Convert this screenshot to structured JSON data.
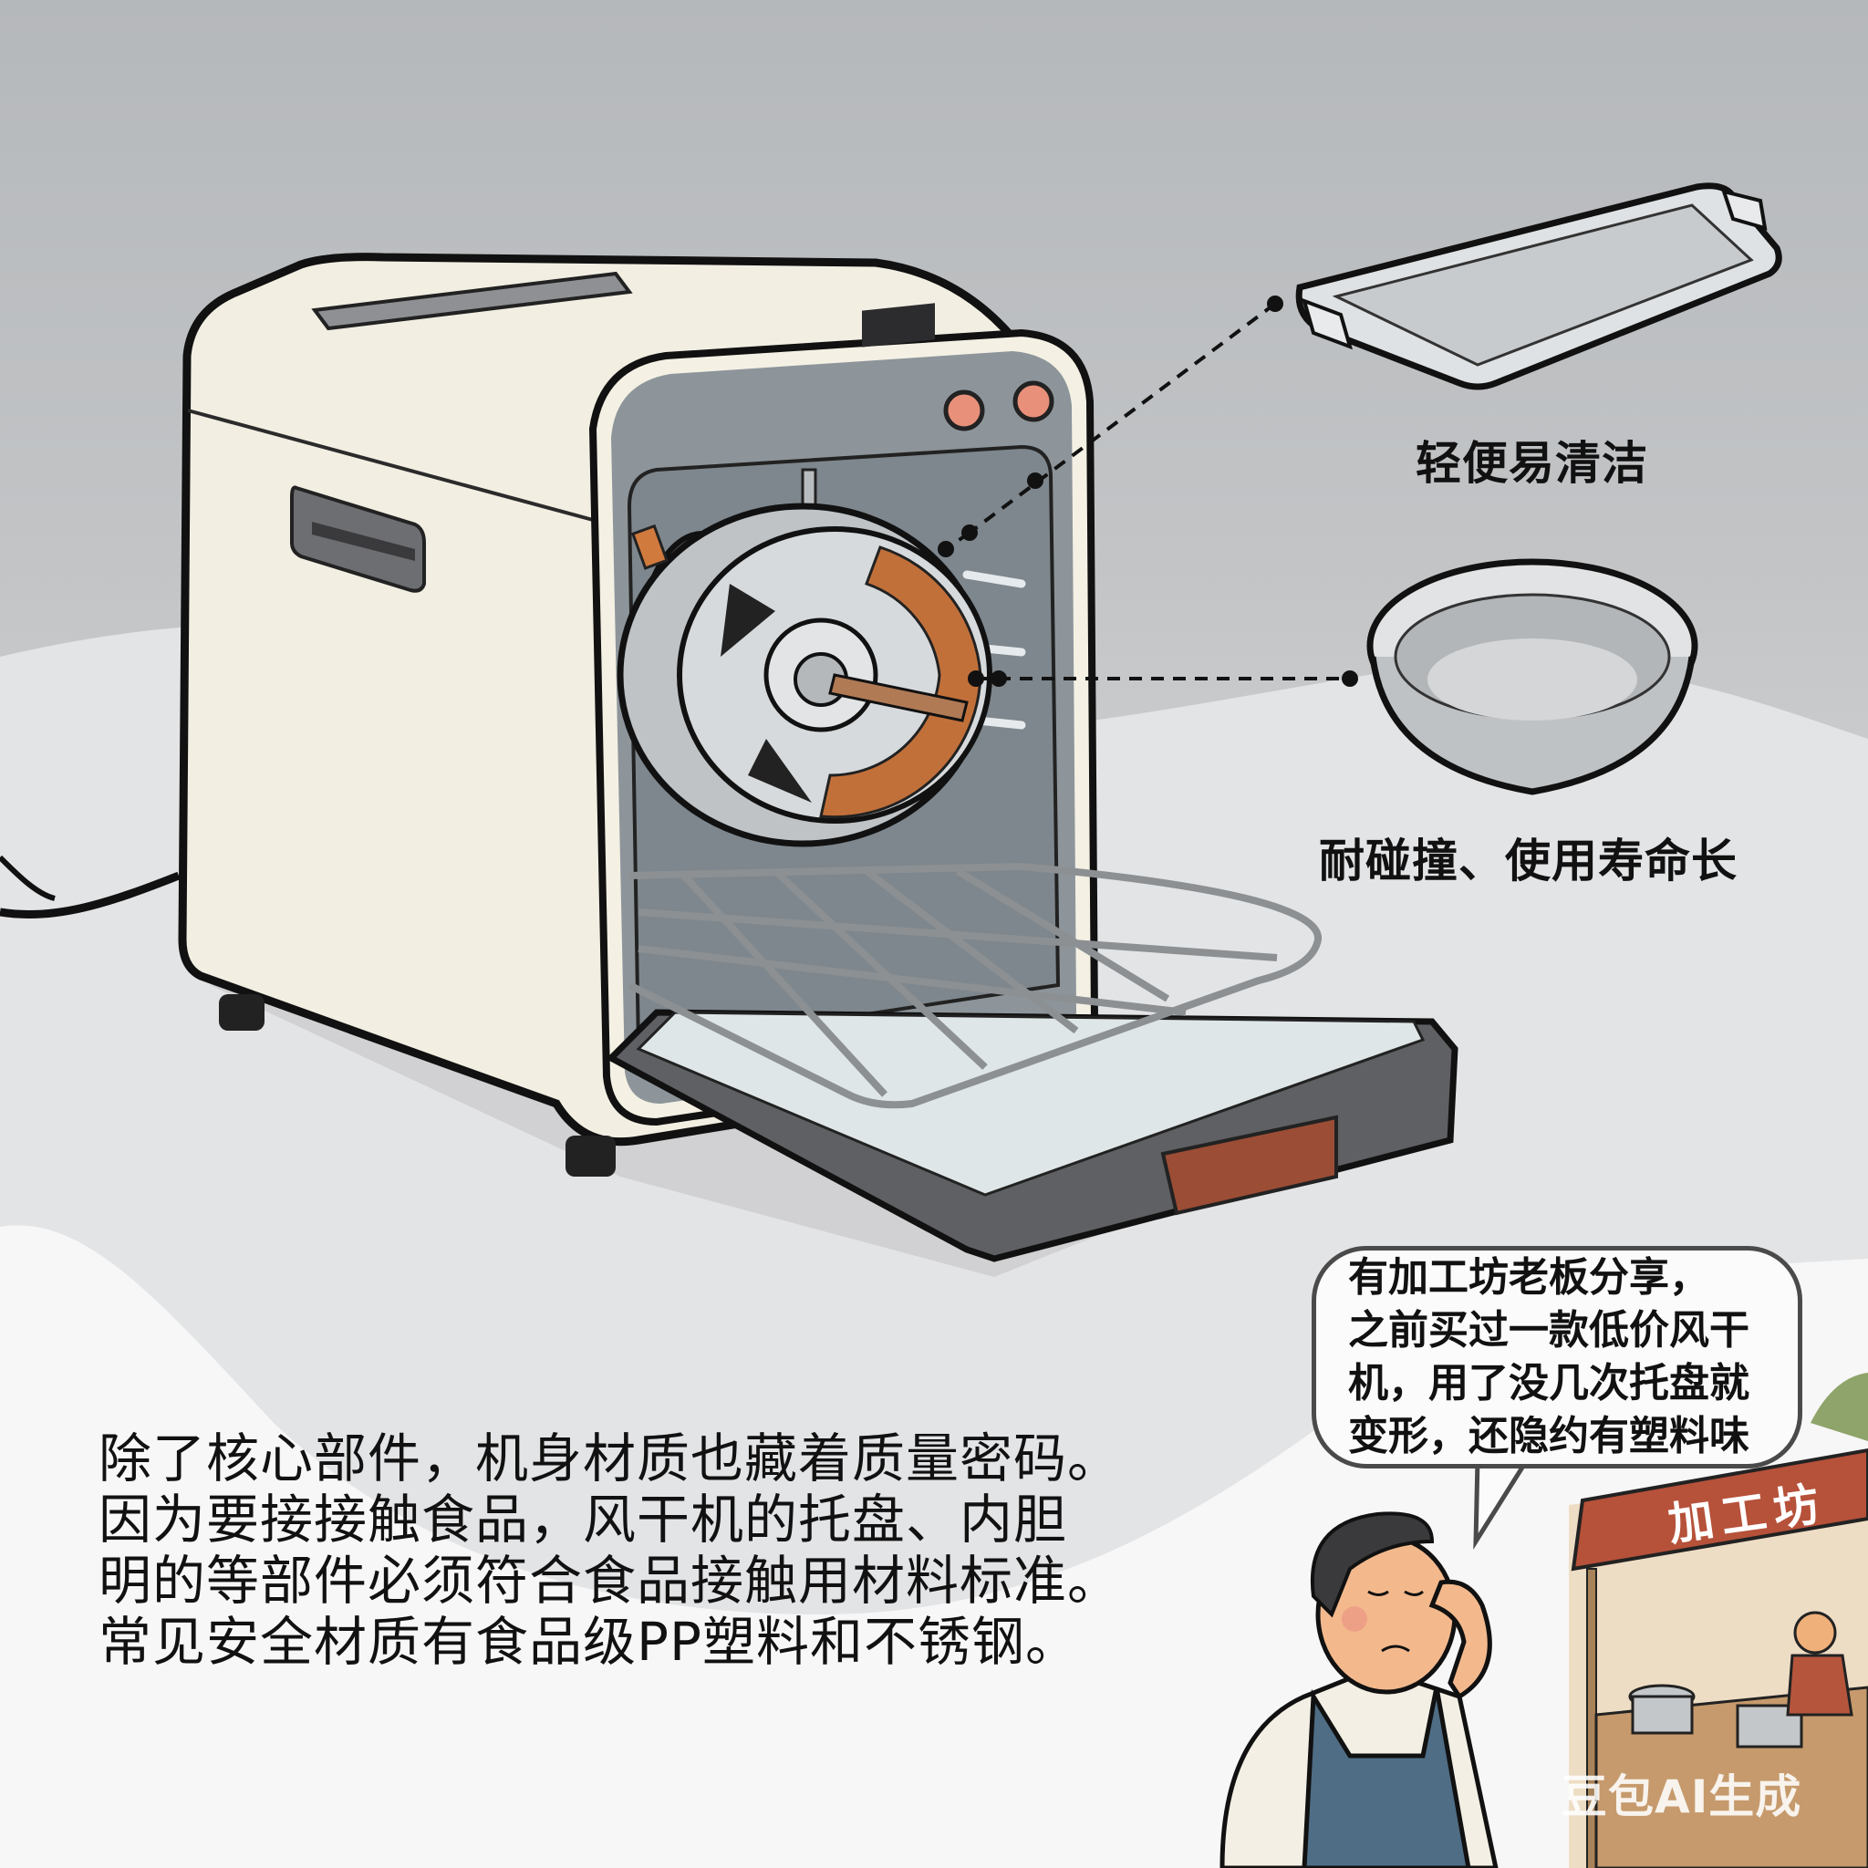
{
  "illustration": {
    "subject": "food dehydrator (风干机) cutaway with open drawer, wire rack and fan motor",
    "callouts": [
      {
        "id": "tray",
        "item": "stainless steel tray",
        "label": "轻便易清洁"
      },
      {
        "id": "bowl",
        "item": "stainless steel round pan",
        "label": "耐碰撞、使用寿命长"
      }
    ]
  },
  "main_text": {
    "lines": [
      "除了核心部件，机身材质也藏着质量密码。",
      "因为要接接触食品，风干机的托盘、内胆",
      "明的等部件必须符合食品接触用材料标准。",
      "常见安全材质有食品级PP塑料和不锈钢。"
    ]
  },
  "speech_bubble": {
    "lines": [
      "有加工坊老板分享，",
      "之前买过一款低价风干",
      "机，用了没几次托盘就",
      "变形，还隐约有塑料味"
    ]
  },
  "shop": {
    "sign": "加工坊"
  },
  "watermark": "豆包AI生成",
  "colors": {
    "background_top": "#b5b8bb",
    "background_bottom": "#f6f6f6",
    "appliance_body": "#f2eee2",
    "appliance_front": "#8f969b",
    "knob": "#e9907a",
    "power_button": "#e0553f",
    "copper": "#c2703a",
    "apron": "#4f6d85",
    "awning": "#b6513a"
  }
}
